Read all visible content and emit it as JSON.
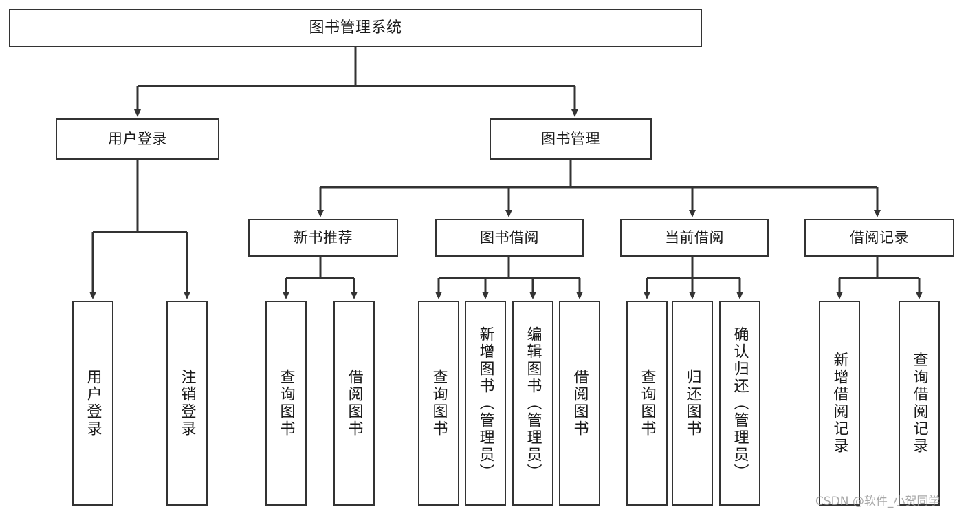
{
  "diagram": {
    "title": "图书管理系统",
    "type": "tree",
    "root": {
      "label": "图书管理系统"
    },
    "level1": [
      {
        "label": "用户登录"
      },
      {
        "label": "图书管理"
      }
    ],
    "level2": [
      {
        "label": "新书推荐"
      },
      {
        "label": "图书借阅"
      },
      {
        "label": "当前借阅"
      },
      {
        "label": "借阅记录"
      }
    ],
    "leaves": {
      "user_login": [
        {
          "label": "用户登录"
        },
        {
          "label": "注销登录"
        }
      ],
      "new_book_recommend": [
        {
          "label": "查询图书"
        },
        {
          "label": "借阅图书"
        }
      ],
      "book_borrow": [
        {
          "label": "查询图书"
        },
        {
          "label": "新增图书（管理员）"
        },
        {
          "label": "编辑图书（管理员）"
        },
        {
          "label": "借阅图书"
        }
      ],
      "current_borrow": [
        {
          "label": "查询图书"
        },
        {
          "label": "归还图书"
        },
        {
          "label": "确认归还（管理员）"
        }
      ],
      "borrow_record": [
        {
          "label": "新增借阅记录"
        },
        {
          "label": "查询借阅记录"
        }
      ]
    }
  },
  "watermark": {
    "text": "CSDN @软件_小贺同学"
  },
  "colors": {
    "stroke": "#333333",
    "fill": "#ffffff",
    "text": "#1a1a1a",
    "watermark": "#9a9a9a"
  }
}
